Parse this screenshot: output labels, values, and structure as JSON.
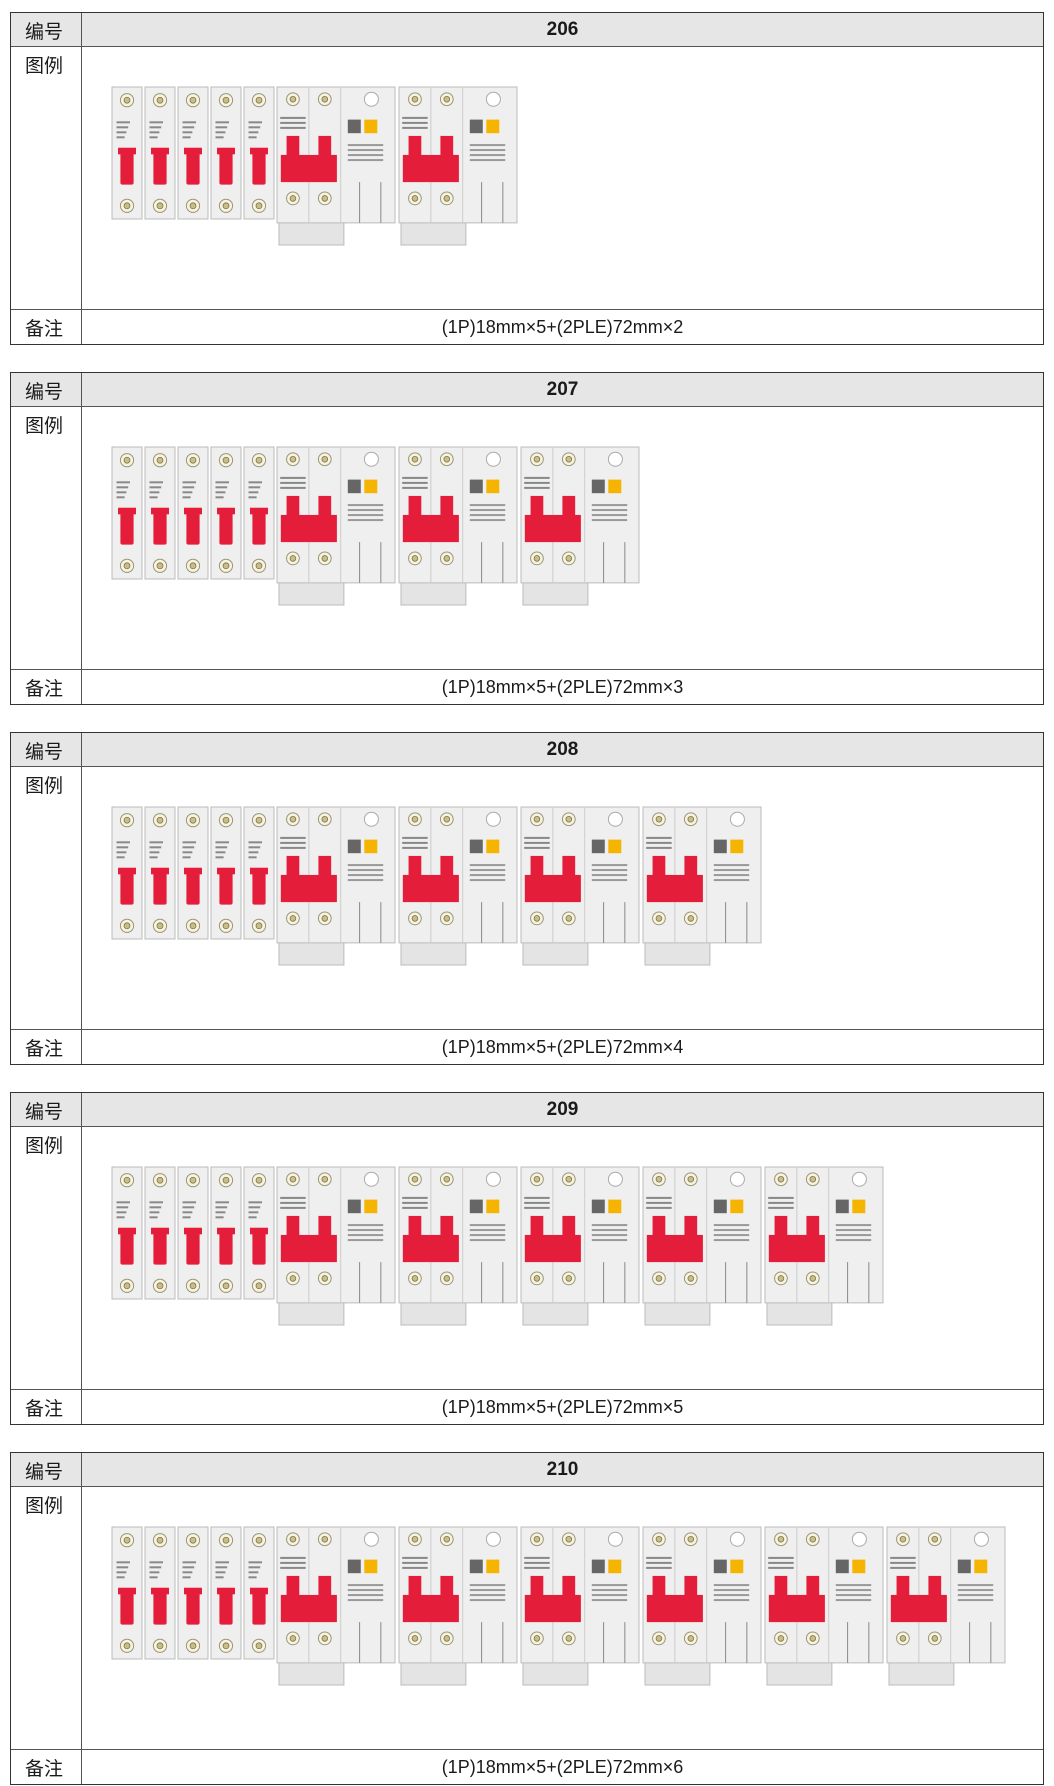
{
  "labels": {
    "number": "编号",
    "figure": "图例",
    "remark": "备注"
  },
  "tables": [
    {
      "number": "206",
      "remark": "(1P)18mm×5+(2PLE)72mm×2",
      "single_pole": 5,
      "rcbo": 2
    },
    {
      "number": "207",
      "remark": "(1P)18mm×5+(2PLE)72mm×3",
      "single_pole": 5,
      "rcbo": 3
    },
    {
      "number": "208",
      "remark": "(1P)18mm×5+(2PLE)72mm×4",
      "single_pole": 5,
      "rcbo": 4
    },
    {
      "number": "209",
      "remark": "(1P)18mm×5+(2PLE)72mm×5",
      "single_pole": 5,
      "rcbo": 5
    },
    {
      "number": "210",
      "remark": "(1P)18mm×5+(2PLE)72mm×6",
      "single_pole": 5,
      "rcbo": 6
    }
  ],
  "colors": {
    "handle": "#e41e3a",
    "test_button": "#f5b400",
    "body": "#efefef",
    "header_bg": "#e6e6e6"
  },
  "icons": [
    "circuit-breaker-1p-icon",
    "rcbo-2ple-icon"
  ]
}
